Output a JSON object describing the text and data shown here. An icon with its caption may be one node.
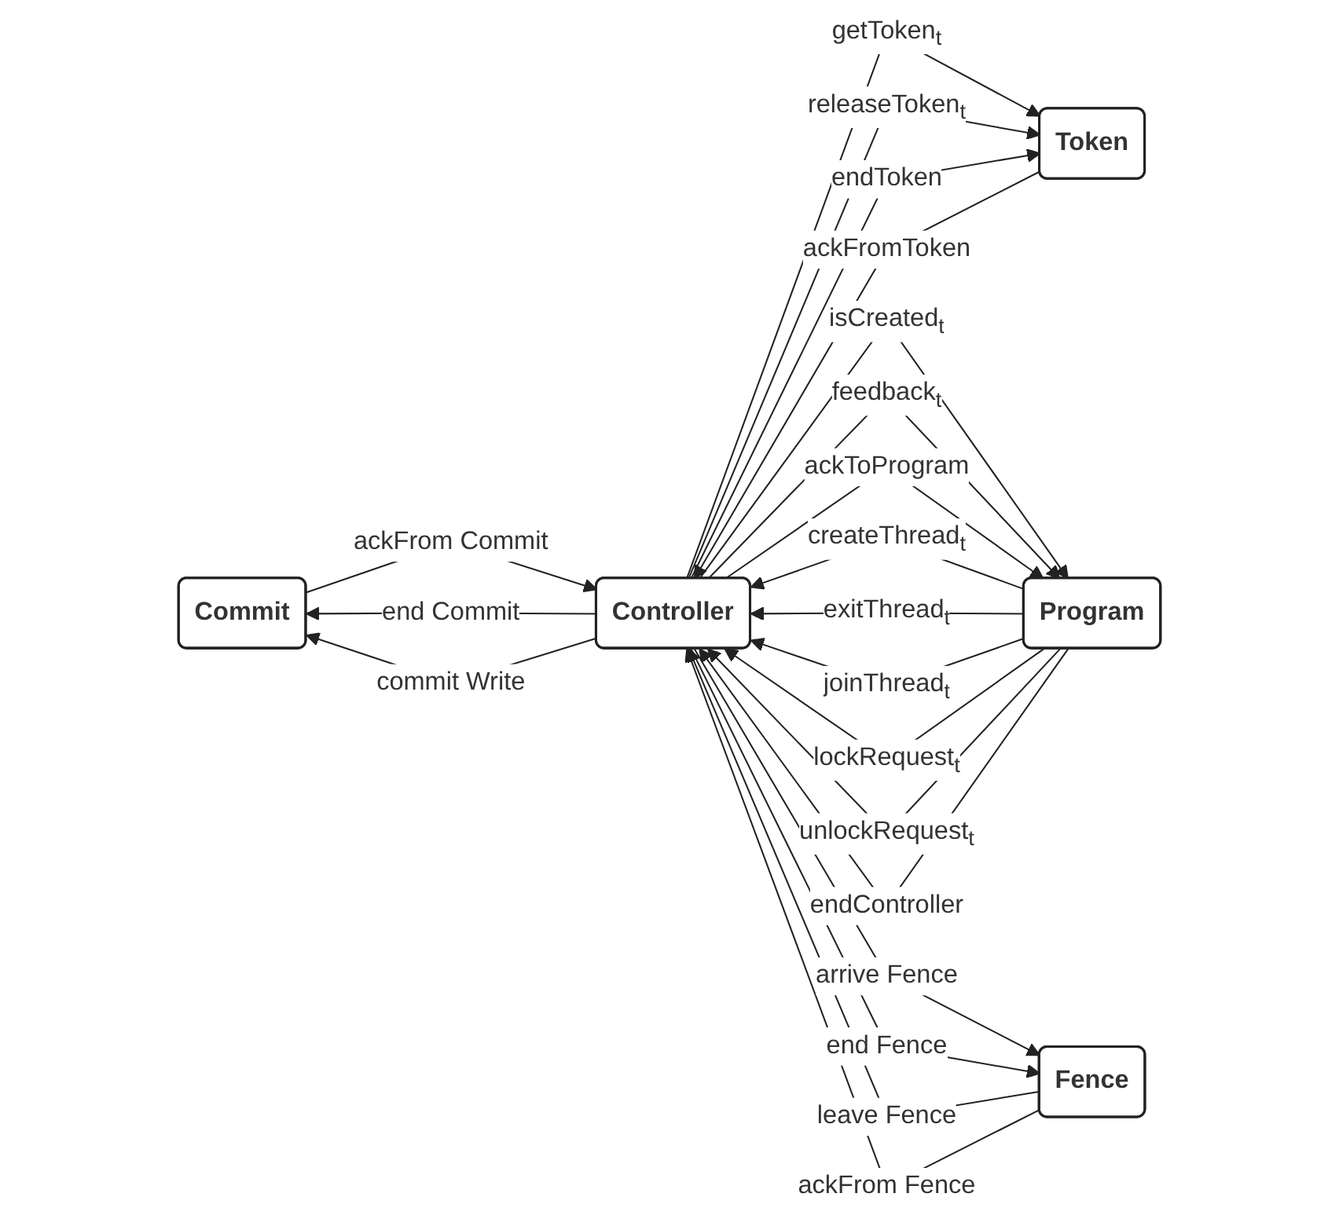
{
  "diagram": {
    "nodes": [
      {
        "text": [
          "Commit"
        ]
      },
      {
        "text": [
          "Token"
        ]
      },
      {
        "text": [
          "Controller"
        ]
      },
      {
        "text": [
          "Program"
        ]
      },
      {
        "text": [
          "Fence"
        ]
      }
    ],
    "edges": [
      {
        "from": 2,
        "to": 0,
        "arrow": "to",
        "label": "end Commit"
      },
      {
        "from": 0,
        "to": 2,
        "arrow": "to",
        "label": "ackFrom Commit"
      },
      {
        "from": 2,
        "to": 0,
        "arrow": "to",
        "label": "commit Write"
      },
      {
        "from": 2,
        "to": 1,
        "arrow": "to",
        "label": "getToken$_{t}$"
      },
      {
        "from": 2,
        "to": 1,
        "arrow": "to",
        "label": "releaseToken$_{t}$"
      },
      {
        "from": 1,
        "to": 2,
        "arrow": "to",
        "label": "ackFromToken"
      },
      {
        "from": 2,
        "to": 1,
        "arrow": "to",
        "label": "endToken"
      },
      {
        "from": 3,
        "to": 2,
        "arrow": "to",
        "label": "createThread$_{t}$"
      },
      {
        "from": 2,
        "to": 3,
        "arrow": "to",
        "label": "isCreated$_{t}$"
      },
      {
        "from": 3,
        "to": 2,
        "arrow": "to",
        "label": "exitThread$_{t}$"
      },
      {
        "from": 3,
        "to": 2,
        "arrow": "to",
        "label": "joinThread$_{t}$"
      },
      {
        "from": 3,
        "to": 2,
        "arrow": "to",
        "label": "lockRequest$_{t}$"
      },
      {
        "from": 3,
        "to": 2,
        "arrow": "to",
        "label": "unlockRequest$_{t}$"
      },
      {
        "from": 2,
        "to": 3,
        "arrow": "to",
        "label": "feedback$_{t}$"
      },
      {
        "from": 3,
        "to": 2,
        "arrow": "to",
        "label": "endController"
      },
      {
        "from": 2,
        "to": 3,
        "arrow": "to",
        "label": "ackToProgram"
      },
      {
        "from": 2,
        "to": 4,
        "arrow": "to",
        "label": "arrive Fence"
      },
      {
        "from": 4,
        "to": 2,
        "arrow": "to",
        "label": "leave Fence"
      },
      {
        "from": 4,
        "to": 2,
        "arrow": "to",
        "label": "ackFrom Fence"
      },
      {
        "from": 2,
        "to": 4,
        "arrow": "to",
        "label": "end Fence"
      }
    ]
  }
}
